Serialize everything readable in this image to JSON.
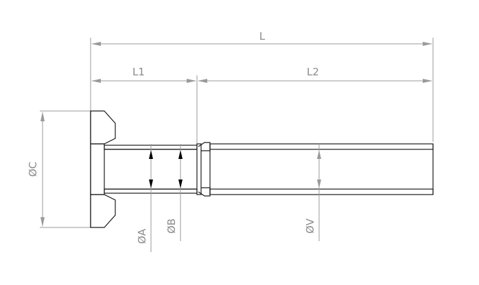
{
  "drawing": {
    "dimensions": {
      "overall_length": "L",
      "length_1": "L1",
      "length_2": "L2",
      "diameter_c": "ØC",
      "diameter_a": "ØA",
      "diameter_b": "ØB",
      "diameter_v": "ØV"
    },
    "colors": {
      "dimension_lines": "#9a9a9a",
      "part_outline": "#1a1a1a",
      "background": "#ffffff"
    }
  }
}
